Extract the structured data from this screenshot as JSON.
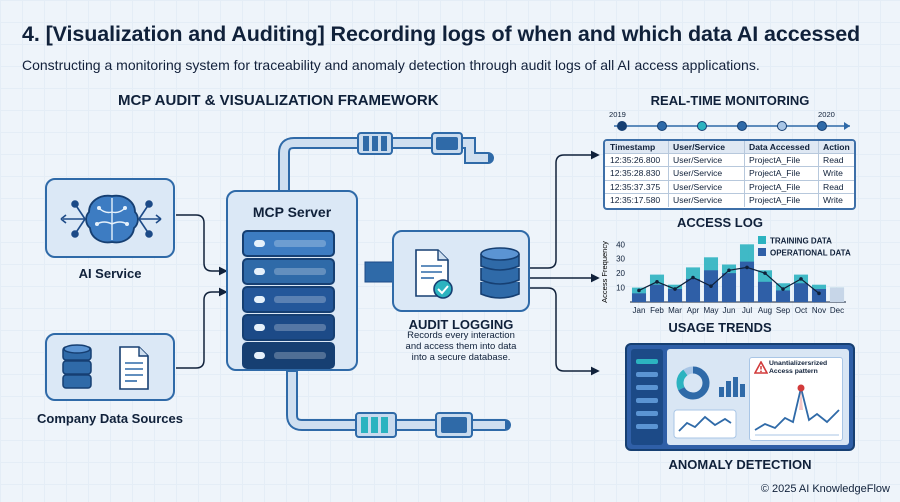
{
  "title": "4. [Visualization and Auditing] Recording logs of when and which data AI accessed",
  "subtitle": "Constructing a monitoring system for traceability and anomaly detection through audit logs of all AI access applications.",
  "framework_title": "MCP AUDIT & VISUALIZATION FRAMEWORK",
  "ai_service": {
    "label": "AI Service",
    "icon": "brain-network-icon"
  },
  "company_data": {
    "label": "Company Data Sources",
    "icons": [
      "database-icon",
      "document-icon"
    ]
  },
  "mcp_server": {
    "label": "MCP Server",
    "bays": 5,
    "colors": [
      "#3d7cc2",
      "#2f6aa8",
      "#24579a",
      "#1c4a87",
      "#163f72"
    ]
  },
  "audit": {
    "label": "AUDIT LOGGING",
    "description_lines": [
      "Records every interaction",
      "and access them into data",
      "into a secure database."
    ],
    "icons": [
      "checked-document-icon",
      "database-icon"
    ]
  },
  "realtime": {
    "label": "REAL-TIME MONITORING",
    "timeline_start": "2019",
    "timeline_end": "2020",
    "timeline_points": 6
  },
  "access_log": {
    "label": "ACCESS LOG",
    "columns": [
      "Timestamp",
      "User/Service",
      "Data Accessed",
      "Action"
    ],
    "rows": [
      [
        "12:35:26.800",
        "User/Service",
        "ProjectA_File",
        "Read"
      ],
      [
        "12:35:28.830",
        "User/Service",
        "ProjectA_File",
        "Write"
      ],
      [
        "12:35:37.375",
        "User/Service",
        "ProjectA_File",
        "Read"
      ],
      [
        "12:35:17.580",
        "User/Service",
        "ProjectA_File",
        "Write"
      ]
    ]
  },
  "chart_data": {
    "type": "bar",
    "title": "USAGE TRENDS",
    "ylabel": "Access Frequency",
    "categories": [
      "Jan",
      "Feb",
      "Mar",
      "Apr",
      "May",
      "Jun",
      "Jul",
      "Aug",
      "Sep",
      "Oct",
      "Nov",
      "Dec"
    ],
    "yticks": [
      10,
      20,
      30,
      40
    ],
    "ylim": [
      0,
      43
    ],
    "series": [
      {
        "name": "TRAINING DATA",
        "color": "#2cb3c0",
        "values": [
          10,
          19,
          12,
          24,
          31,
          26,
          40,
          22,
          13,
          19,
          12,
          10
        ]
      },
      {
        "name": "OPERATIONAL DATA",
        "color": "#2f5fa7",
        "values": [
          6,
          12,
          9,
          16,
          22,
          20,
          28,
          14,
          8,
          13,
          9,
          0
        ]
      }
    ],
    "trend_line": [
      8,
      14,
      9,
      17,
      11,
      22,
      24,
      20,
      9,
      16,
      6,
      0
    ],
    "legend": "top-right",
    "grid": false
  },
  "anomaly": {
    "label": "ANOMALY DETECTION",
    "alert_lines": [
      "Unantializersrized",
      "Access pattern"
    ],
    "alert_icon": "warning-triangle-icon",
    "sidebar_items": 6
  },
  "footer": "© 2025 AI KnowledgeFlow"
}
